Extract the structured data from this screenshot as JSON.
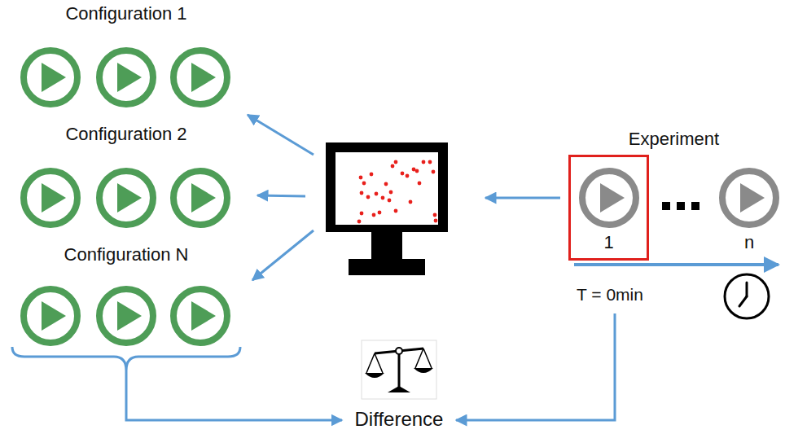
{
  "diagram": {
    "nodes": [
      {
        "text": [
          "Configuration 1"
        ]
      },
      {
        "text": [
          "Configuration 2"
        ]
      },
      {
        "text": [
          "Configuration N"
        ]
      },
      {
        "text": [
          "Experiment"
        ]
      },
      {
        "text": [
          "1"
        ],
        "in": 3
      },
      {
        "text": [
          "n"
        ],
        "in": 3
      },
      {
        "text": [
          "Difference"
        ]
      }
    ],
    "edges": [
      {
        "from": 2,
        "to": 6,
        "arrow": "to"
      },
      {
        "from": 3,
        "to": 6,
        "arrow": "to"
      }
    ],
    "labels": [
      "T = 0min"
    ]
  }
}
